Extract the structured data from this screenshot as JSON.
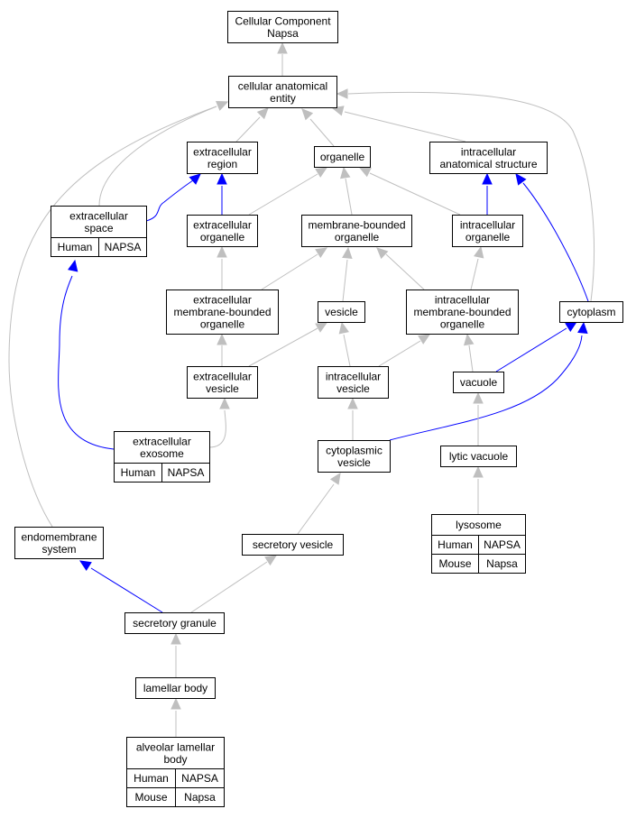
{
  "colors": {
    "is_a_edge": "#bfbfbf",
    "part_of_edge": "#0000ff",
    "human_cell": "#f4674b",
    "mouse_cell": "#add8e6",
    "node_border": "#000000",
    "node_fill": "#ffffff"
  },
  "nodes": [
    {
      "id": "cc_root",
      "lines": [
        "Cellular Component",
        "Napsa"
      ]
    },
    {
      "id": "cellular_anatomical_entity",
      "lines": [
        "cellular anatomical",
        "entity"
      ]
    },
    {
      "id": "extracellular_region",
      "lines": [
        "extracellular",
        "region"
      ]
    },
    {
      "id": "organelle",
      "lines": [
        "organelle"
      ]
    },
    {
      "id": "intracellular_anatomical_structure",
      "lines": [
        "intracellular",
        "anatomical structure"
      ]
    },
    {
      "id": "extracellular_space",
      "lines": [
        "extracellular",
        "space"
      ],
      "annotations": [
        [
          "Human",
          "NAPSA"
        ]
      ]
    },
    {
      "id": "extracellular_organelle",
      "lines": [
        "extracellular",
        "organelle"
      ]
    },
    {
      "id": "membrane_bounded_organelle",
      "lines": [
        "membrane-bounded",
        "organelle"
      ]
    },
    {
      "id": "intracellular_organelle",
      "lines": [
        "intracellular",
        "organelle"
      ]
    },
    {
      "id": "extracellular_membrane_bounded_organelle",
      "lines": [
        "extracellular",
        "membrane-bounded",
        "organelle"
      ]
    },
    {
      "id": "vesicle",
      "lines": [
        "vesicle"
      ]
    },
    {
      "id": "intracellular_membrane_bounded_organelle",
      "lines": [
        "intracellular",
        "membrane-bounded",
        "organelle"
      ]
    },
    {
      "id": "cytoplasm",
      "lines": [
        "cytoplasm"
      ]
    },
    {
      "id": "extracellular_vesicle",
      "lines": [
        "extracellular",
        "vesicle"
      ]
    },
    {
      "id": "intracellular_vesicle",
      "lines": [
        "intracellular",
        "vesicle"
      ]
    },
    {
      "id": "vacuole",
      "lines": [
        "vacuole"
      ]
    },
    {
      "id": "extracellular_exosome",
      "lines": [
        "extracellular",
        "exosome"
      ],
      "annotations": [
        [
          "Human",
          "NAPSA"
        ]
      ]
    },
    {
      "id": "cytoplasmic_vesicle",
      "lines": [
        "cytoplasmic",
        "vesicle"
      ]
    },
    {
      "id": "lytic_vacuole",
      "lines": [
        "lytic vacuole"
      ]
    },
    {
      "id": "lysosome",
      "lines": [
        "lysosome"
      ],
      "annotations": [
        [
          "Human",
          "NAPSA"
        ],
        [
          "Mouse",
          "Napsa"
        ]
      ]
    },
    {
      "id": "endomembrane_system",
      "lines": [
        "endomembrane",
        "system"
      ]
    },
    {
      "id": "secretory_vesicle",
      "lines": [
        "secretory vesicle"
      ]
    },
    {
      "id": "secretory_granule",
      "lines": [
        "secretory granule"
      ]
    },
    {
      "id": "lamellar_body",
      "lines": [
        "lamellar body"
      ]
    },
    {
      "id": "alveolar_lamellar_body",
      "lines": [
        "alveolar lamellar",
        "body"
      ],
      "annotations": [
        [
          "Human",
          "NAPSA"
        ],
        [
          "Mouse",
          "Napsa"
        ]
      ]
    }
  ],
  "edges": [
    {
      "from": "cellular_anatomical_entity",
      "to": "cc_root",
      "type": "is_a"
    },
    {
      "from": "extracellular_region",
      "to": "cellular_anatomical_entity",
      "type": "is_a"
    },
    {
      "from": "organelle",
      "to": "cellular_anatomical_entity",
      "type": "is_a"
    },
    {
      "from": "intracellular_anatomical_structure",
      "to": "cellular_anatomical_entity",
      "type": "is_a"
    },
    {
      "from": "extracellular_space",
      "to": "cellular_anatomical_entity",
      "type": "is_a"
    },
    {
      "from": "extracellular_space",
      "to": "extracellular_region",
      "type": "part_of"
    },
    {
      "from": "extracellular_organelle",
      "to": "extracellular_region",
      "type": "part_of"
    },
    {
      "from": "extracellular_organelle",
      "to": "organelle",
      "type": "is_a"
    },
    {
      "from": "membrane_bounded_organelle",
      "to": "organelle",
      "type": "is_a"
    },
    {
      "from": "intracellular_organelle",
      "to": "organelle",
      "type": "is_a"
    },
    {
      "from": "intracellular_organelle",
      "to": "intracellular_anatomical_structure",
      "type": "part_of"
    },
    {
      "from": "cytoplasm",
      "to": "cellular_anatomical_entity",
      "type": "is_a"
    },
    {
      "from": "cytoplasm",
      "to": "intracellular_anatomical_structure",
      "type": "part_of"
    },
    {
      "from": "extracellular_membrane_bounded_organelle",
      "to": "extracellular_organelle",
      "type": "is_a"
    },
    {
      "from": "extracellular_membrane_bounded_organelle",
      "to": "membrane_bounded_organelle",
      "type": "is_a"
    },
    {
      "from": "vesicle",
      "to": "membrane_bounded_organelle",
      "type": "is_a"
    },
    {
      "from": "intracellular_membrane_bounded_organelle",
      "to": "membrane_bounded_organelle",
      "type": "is_a"
    },
    {
      "from": "intracellular_membrane_bounded_organelle",
      "to": "intracellular_organelle",
      "type": "is_a"
    },
    {
      "from": "extracellular_vesicle",
      "to": "extracellular_membrane_bounded_organelle",
      "type": "is_a"
    },
    {
      "from": "extracellular_vesicle",
      "to": "vesicle",
      "type": "is_a"
    },
    {
      "from": "intracellular_vesicle",
      "to": "vesicle",
      "type": "is_a"
    },
    {
      "from": "intracellular_vesicle",
      "to": "intracellular_membrane_bounded_organelle",
      "type": "is_a"
    },
    {
      "from": "vacuole",
      "to": "intracellular_membrane_bounded_organelle",
      "type": "is_a"
    },
    {
      "from": "vacuole",
      "to": "cytoplasm",
      "type": "part_of"
    },
    {
      "from": "extracellular_exosome",
      "to": "extracellular_space",
      "type": "part_of"
    },
    {
      "from": "extracellular_exosome",
      "to": "extracellular_vesicle",
      "type": "is_a"
    },
    {
      "from": "cytoplasmic_vesicle",
      "to": "intracellular_vesicle",
      "type": "is_a"
    },
    {
      "from": "cytoplasmic_vesicle",
      "to": "cytoplasm",
      "type": "part_of"
    },
    {
      "from": "lytic_vacuole",
      "to": "vacuole",
      "type": "is_a"
    },
    {
      "from": "lysosome",
      "to": "lytic_vacuole",
      "type": "is_a"
    },
    {
      "from": "endomembrane_system",
      "to": "cellular_anatomical_entity",
      "type": "is_a"
    },
    {
      "from": "secretory_vesicle",
      "to": "cytoplasmic_vesicle",
      "type": "is_a"
    },
    {
      "from": "secretory_granule",
      "to": "secretory_vesicle",
      "type": "is_a"
    },
    {
      "from": "secretory_granule",
      "to": "endomembrane_system",
      "type": "part_of"
    },
    {
      "from": "lamellar_body",
      "to": "secretory_granule",
      "type": "is_a"
    },
    {
      "from": "alveolar_lamellar_body",
      "to": "lamellar_body",
      "type": "is_a"
    }
  ]
}
